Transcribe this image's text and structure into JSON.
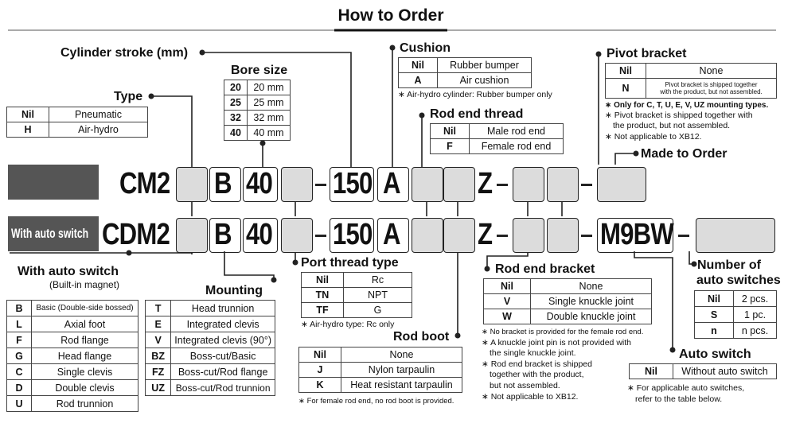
{
  "title": "How to Order",
  "models": {
    "standard": {
      "prefix": "CM2",
      "chip_label": ""
    },
    "auto_switch": {
      "prefix": "CDM2",
      "chip_label": "With auto switch"
    }
  },
  "code_row": {
    "mounting": "B",
    "bore": "40",
    "stroke": "150",
    "cushion": "A",
    "z": "Z",
    "auto_switch": "M9BW"
  },
  "type": {
    "heading": "Type",
    "rows": [
      {
        "code": "Nil",
        "desc": "Pneumatic"
      },
      {
        "code": "H",
        "desc": "Air-hydro"
      }
    ]
  },
  "cylinder_stroke": {
    "heading": "Cylinder stroke (mm)"
  },
  "bore_size": {
    "heading": "Bore size",
    "rows": [
      {
        "code": "20",
        "desc": "20 mm"
      },
      {
        "code": "25",
        "desc": "25 mm"
      },
      {
        "code": "32",
        "desc": "32 mm"
      },
      {
        "code": "40",
        "desc": "40 mm"
      }
    ]
  },
  "cushion": {
    "heading": "Cushion",
    "rows": [
      {
        "code": "Nil",
        "desc": "Rubber bumper"
      },
      {
        "code": "A",
        "desc": "Air cushion"
      }
    ],
    "note": "∗ Air-hydro cylinder: Rubber bumper only"
  },
  "rod_end_thread": {
    "heading": "Rod end thread",
    "rows": [
      {
        "code": "Nil",
        "desc": "Male rod end"
      },
      {
        "code": "F",
        "desc": "Female rod end"
      }
    ]
  },
  "pivot_bracket": {
    "heading": "Pivot bracket",
    "rows": [
      {
        "code": "Nil",
        "desc": "None"
      },
      {
        "code": "N",
        "desc_line1": "Pivot bracket is shipped together",
        "desc_line2": "with the product, but not assembled."
      }
    ],
    "notes": [
      "∗ Only for C, T, U, E, V, UZ mounting types.",
      "∗ Pivot bracket is shipped together with",
      "the product, but not assembled.",
      "∗ Not applicable to XB12."
    ]
  },
  "made_to_order": {
    "heading": "Made to Order"
  },
  "with_auto_switch": {
    "heading": "With auto switch",
    "sub": "(Built-in magnet)"
  },
  "mounting": {
    "heading": "Mounting",
    "left_rows": [
      {
        "code": "B",
        "desc": "Basic (Double-side bossed)"
      },
      {
        "code": "L",
        "desc": "Axial foot"
      },
      {
        "code": "F",
        "desc": "Rod flange"
      },
      {
        "code": "G",
        "desc": "Head flange"
      },
      {
        "code": "C",
        "desc": "Single clevis"
      },
      {
        "code": "D",
        "desc": "Double clevis"
      },
      {
        "code": "U",
        "desc": "Rod trunnion"
      }
    ],
    "right_rows": [
      {
        "code": "T",
        "desc": "Head trunnion"
      },
      {
        "code": "E",
        "desc": "Integrated clevis"
      },
      {
        "code": "V",
        "desc": "Integrated clevis (90°)"
      },
      {
        "code": "BZ",
        "desc": "Boss-cut/Basic"
      },
      {
        "code": "FZ",
        "desc": "Boss-cut/Rod flange"
      },
      {
        "code": "UZ",
        "desc": "Boss-cut/Rod trunnion"
      }
    ]
  },
  "port_thread": {
    "heading": "Port thread type",
    "rows": [
      {
        "code": "Nil",
        "desc": "Rc"
      },
      {
        "code": "TN",
        "desc": "NPT"
      },
      {
        "code": "TF",
        "desc": "G"
      }
    ],
    "note": "∗ Air-hydro type: Rc only"
  },
  "rod_boot": {
    "heading": "Rod boot",
    "rows": [
      {
        "code": "Nil",
        "desc": "None"
      },
      {
        "code": "J",
        "desc": "Nylon tarpaulin"
      },
      {
        "code": "K",
        "desc": "Heat resistant tarpaulin"
      }
    ],
    "note": "∗ For female rod end, no rod boot is provided."
  },
  "rod_end_bracket": {
    "heading": "Rod end bracket",
    "rows": [
      {
        "code": "Nil",
        "desc": "None"
      },
      {
        "code": "V",
        "desc": "Single knuckle joint"
      },
      {
        "code": "W",
        "desc": "Double knuckle joint"
      }
    ],
    "notes": [
      "∗ No bracket is provided for the female rod end.",
      "∗ A knuckle joint pin is not provided with",
      "the single knuckle joint.",
      "∗ Rod end bracket is shipped",
      "together with the product,",
      "but not assembled.",
      "∗ Not applicable to XB12."
    ]
  },
  "num_switches": {
    "heading_line1": "Number of",
    "heading_line2": "auto switches",
    "rows": [
      {
        "code": "Nil",
        "desc": "2 pcs."
      },
      {
        "code": "S",
        "desc": "1 pc."
      },
      {
        "code": "n",
        "desc": "n pcs."
      }
    ]
  },
  "auto_switch": {
    "heading": "Auto switch",
    "rows": [
      {
        "code": "Nil",
        "desc": "Without auto switch"
      }
    ],
    "notes": [
      "∗ For applicable auto switches,",
      "refer to the table below."
    ]
  }
}
